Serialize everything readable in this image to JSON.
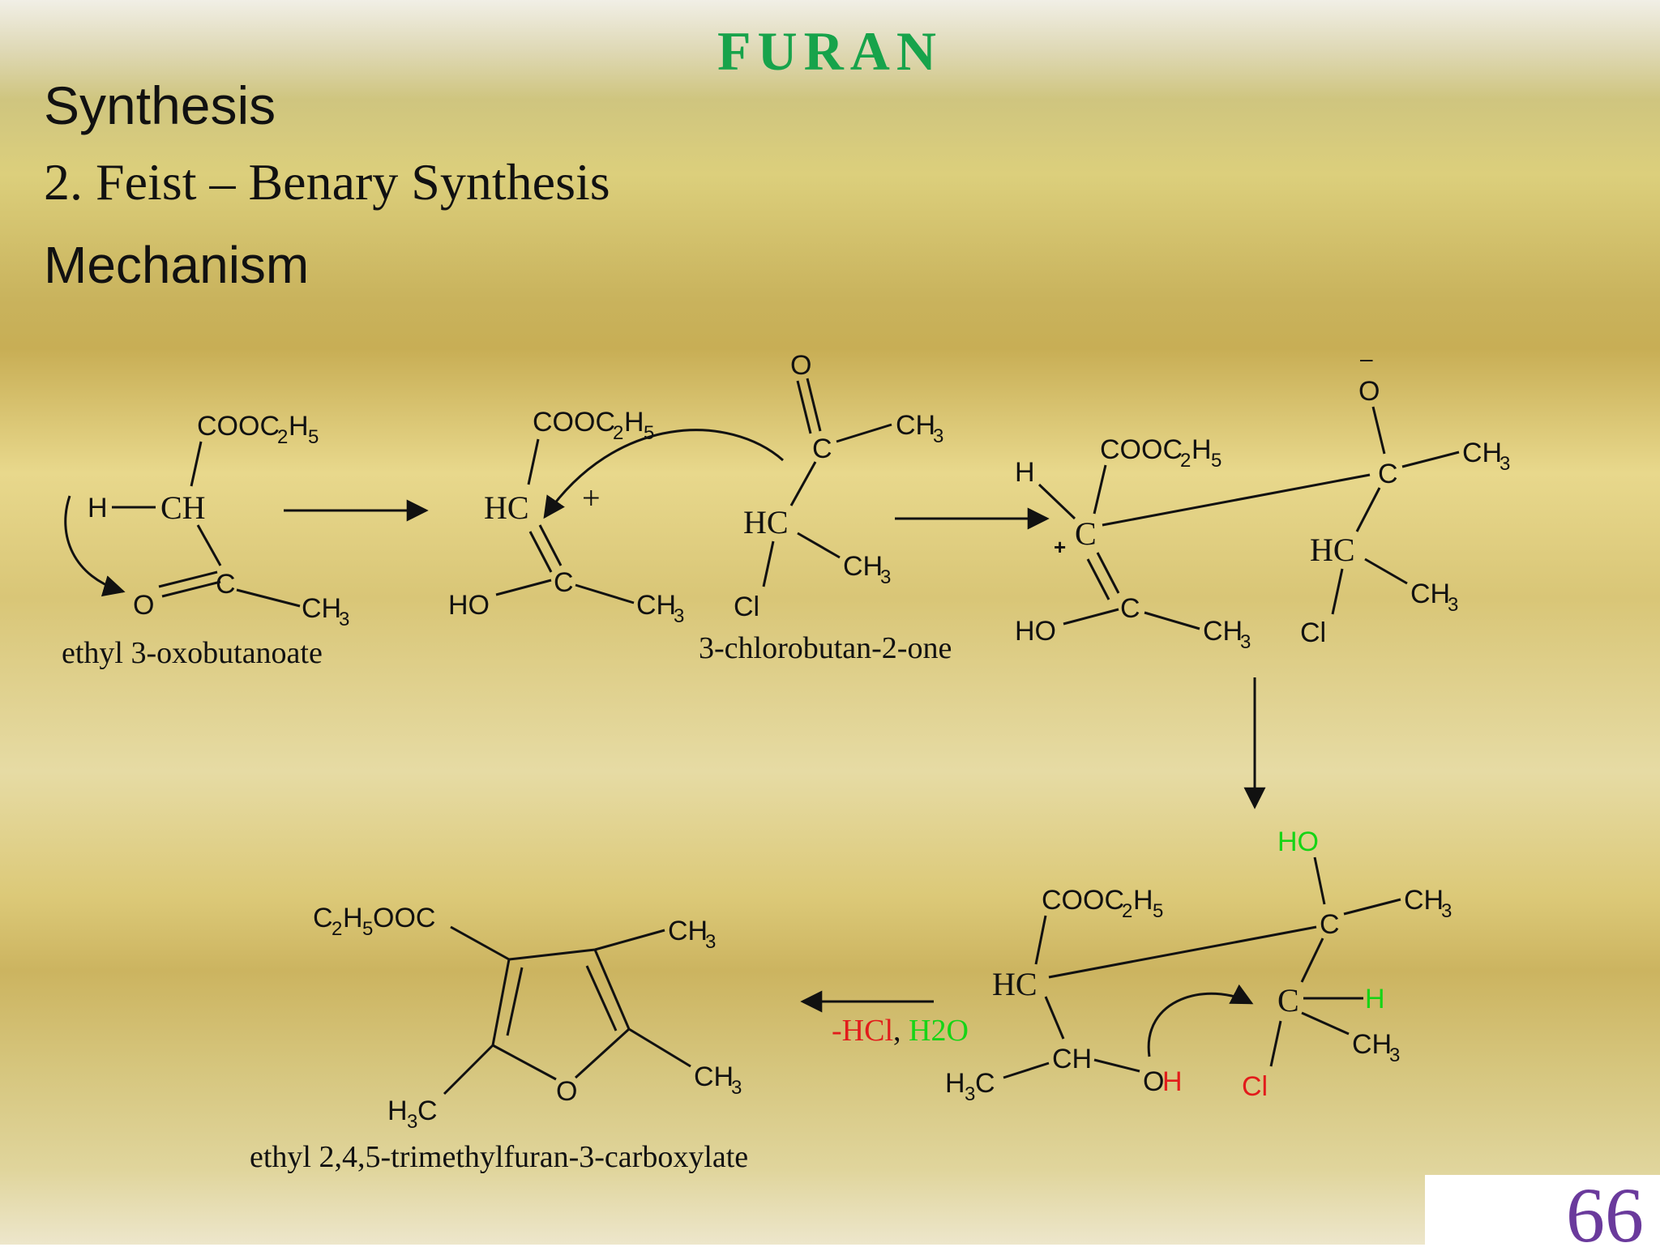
{
  "slide": {
    "title": "FURAN",
    "heading": "Synthesis",
    "subheading": "2.   Feist – Benary  Synthesis",
    "section": "Mechanism",
    "page_number": "66"
  },
  "labels": {
    "reactant1_name": "ethyl 3-oxobutanoate",
    "reactant2_name": "3-chlorobutan-2-one",
    "product_name": "ethyl 2,4,5-trimethylfuran-3-carboxylate",
    "elim_hcl": "-HCl",
    "elim_comma": ", ",
    "elim_h2o": "H2O"
  },
  "colors": {
    "title": "#17a34b",
    "page_number": "#6a3a9c",
    "highlight_red": "#e21b1b",
    "highlight_green": "#16d416"
  }
}
